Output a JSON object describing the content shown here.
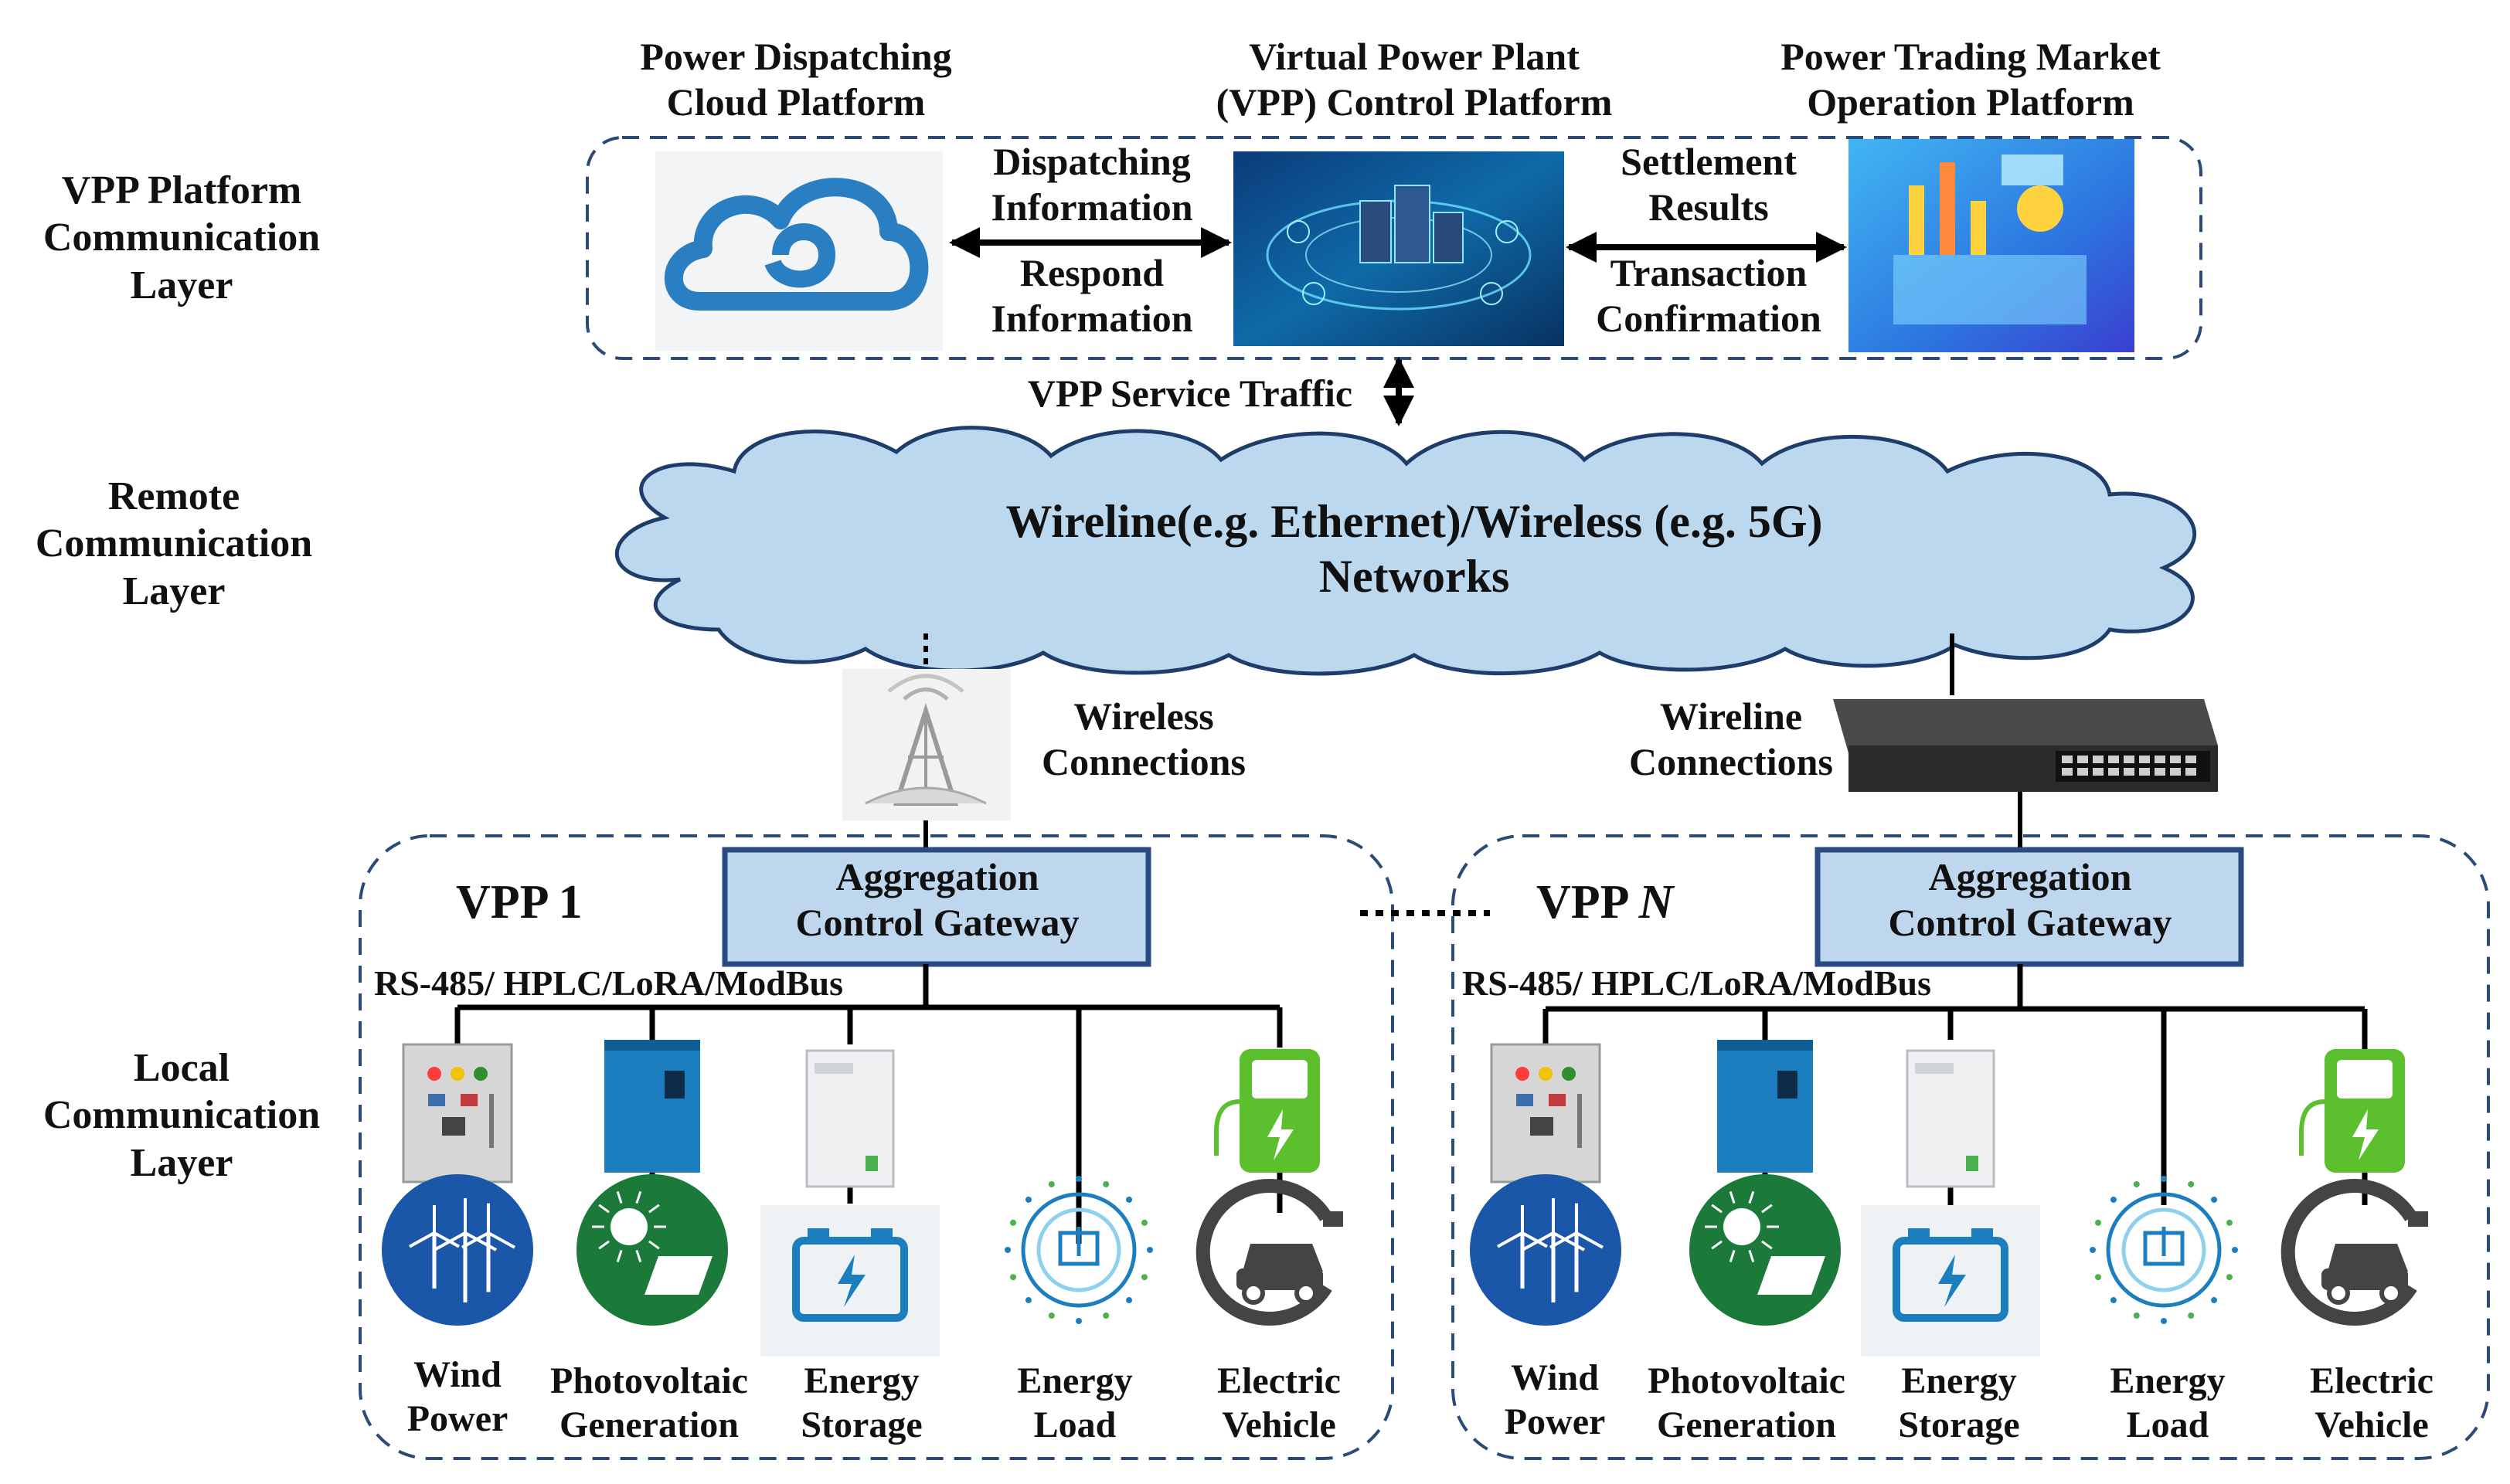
{
  "layers": {
    "platform": "VPP Platform\nCommunication\nLayer",
    "remote": "Remote\nCommunication\nLayer",
    "local": "Local\nCommunication\nLayer"
  },
  "platforms": {
    "dispatch": "Power Dispatching\nCloud Platform",
    "vpp": "Virtual Power Plant\n(VPP) Control Platform",
    "trading": "Power Trading Market\nOperation Platform"
  },
  "links": {
    "dispatching_info": "Dispatching\nInformation",
    "respond_info": "Respond\nInformation",
    "settlement": "Settlement\nResults",
    "transaction": "Transaction\nConfirmation",
    "service_traffic": "VPP Service Traffic"
  },
  "network": {
    "label": "Wireline(e.g. Ethernet)/Wireless (e.g. 5G)\nNetworks",
    "wireless": "Wireless\nConnections",
    "wireline": "Wireline\nConnections"
  },
  "vpp1": {
    "name": "VPP 1",
    "gateway": "Aggregation\nControl Gateway",
    "protocol": "RS-485/ HPLC/LoRA/ModBus",
    "devices": [
      "Wind\nPower",
      "Photovoltaic\nGeneration",
      "Energy\nStorage",
      "Energy\nLoad",
      "Electric\nVehicle"
    ]
  },
  "vppn": {
    "name_prefix": "VPP",
    "name_suffix": "N",
    "gateway": "Aggregation\nControl Gateway",
    "protocol": "RS-485/ HPLC/LoRA/ModBus",
    "devices": [
      "Wind\nPower",
      "Photovoltaic\nGeneration",
      "Energy\nStorage",
      "Energy\nLoad",
      "Electric\nVehicle"
    ]
  },
  "colors": {
    "dashed_border": "#2c4a78",
    "cloud_fill": "#bcd8ef",
    "cloud_stroke": "#1f3d6b",
    "gateway_fill": "#bfd7ee",
    "gateway_stroke": "#2a4a82",
    "wind_blue": "#1b57a8",
    "pv_green": "#1b7a3a",
    "ev_green": "#5bbf2e",
    "cloud_logo_blue": "#2a7fc3"
  }
}
